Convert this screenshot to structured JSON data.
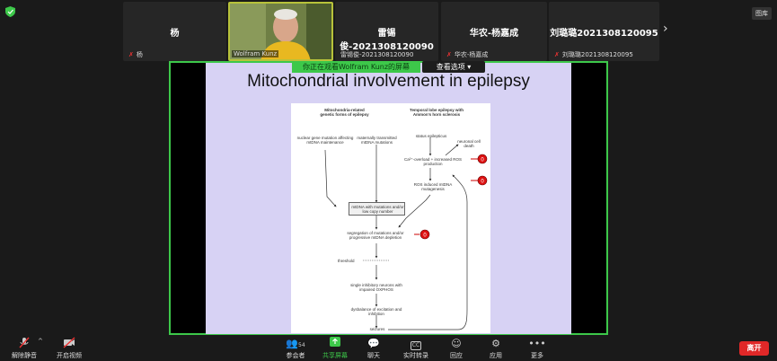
{
  "participants": [
    {
      "name": "杨",
      "label": "杨"
    },
    {
      "name": "",
      "label": "Wolfram Kunz"
    },
    {
      "name": "雷锡俊-2021308120090",
      "label": "雷锡俊-2021308120090"
    },
    {
      "name": "华农-杨嘉成",
      "label": "华农-杨嘉成"
    },
    {
      "name": "刘璐璐2021308120095",
      "label": "刘璐璐2021308120095"
    }
  ],
  "top_right_label": "图库",
  "banner": {
    "viewing": "你正在观看Wolfram Kunz的屏幕",
    "view_options": "查看选项"
  },
  "slide": {
    "title": "Mitochondrial involvement in epilepsy",
    "col1_head": "Mitochondria-related genetic forms of epilepsy",
    "col2_head": "Temporal lobe epilepsy with Ammon's horn sclerosis",
    "nodes": {
      "nuclear": "nuclear gene mutation affecting mtDNA maintenance",
      "maternal": "maternally transmitted mtDNA mutations",
      "status": "status epilepticus",
      "neuronal": "neuronal cell death",
      "ca": "Ca²⁺-overload + increased ROS production",
      "ros": "ROS induced mtDNA mutagenesis",
      "mtdna": "mtDNA with mutations and/or low copy number",
      "segregation": "segregation of mutations and/or progressive mtDNA depletion",
      "threshold": "threshold",
      "neurons": "single inhibitory neurons with impaired OXPHOS",
      "imbalance": "dysbalance of excitation and inhibition",
      "seizures": "seizures"
    }
  },
  "toolbar": {
    "mute": "解除静音",
    "video": "开启视频",
    "participants": "参会者",
    "participants_count": "54",
    "share": "共享屏幕",
    "chat": "聊天",
    "captions": "实时转录",
    "reactions": "回应",
    "apps": "应用",
    "more": "更多",
    "leave": "离开"
  }
}
